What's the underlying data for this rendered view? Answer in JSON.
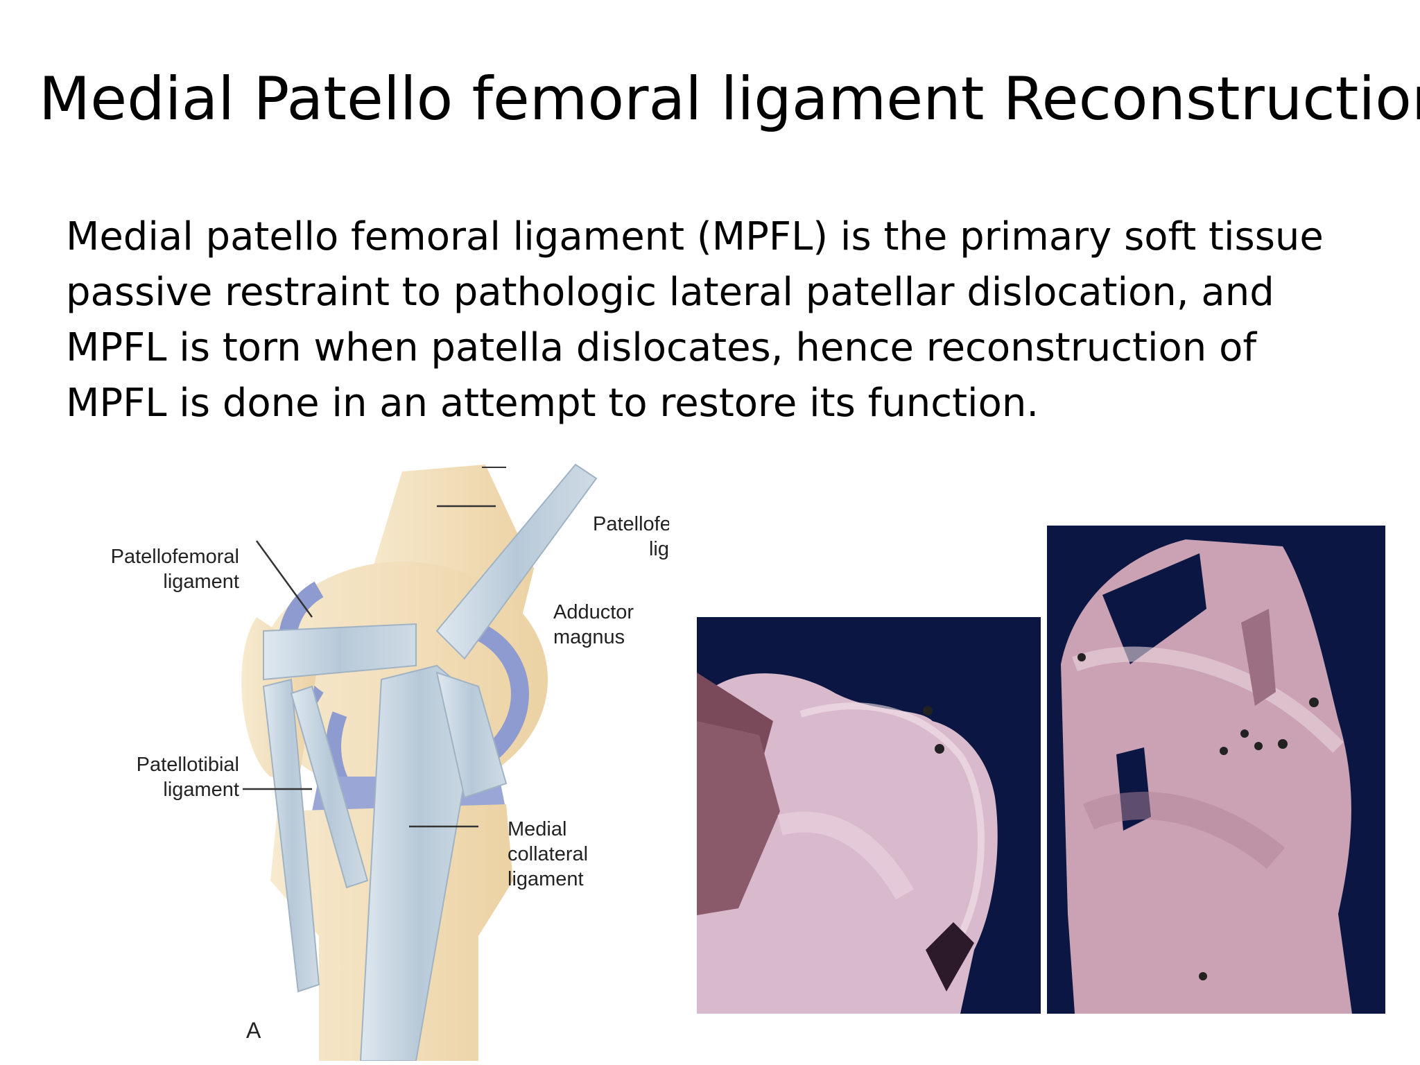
{
  "slide": {
    "title": "Medial Patello femoral ligament Reconstruction",
    "body_lines": [
      "Medial patello femoral ligament (MPFL) is the primary soft tissue",
      "passive restraint to pathologic lateral patellar dislocation, and",
      "MPFL is torn when patella dislocates, hence reconstruction of",
      "MPFL is done in an attempt to restore its function."
    ]
  },
  "diagram": {
    "labels": {
      "patellofemoral_1": "Patellofemoral",
      "patellofemoral_2": "ligament",
      "patellofe_cut_1": "Patellofe",
      "patellofe_cut_2": "lig",
      "adductor_1": "Adductor",
      "adductor_2": "magnus",
      "patellotibial_1": "Patellotibial",
      "patellotibial_2": "ligament",
      "mcl_1": "Medial",
      "mcl_2": "collateral",
      "mcl_3": "ligament",
      "panel": "A"
    }
  },
  "colors": {
    "bone": "#f2dfb8",
    "ligament": "#b9cbd9",
    "cartilage": "#8e9bd0",
    "photo_bg": "#0a1540",
    "tissue": "#d7b2c4"
  }
}
